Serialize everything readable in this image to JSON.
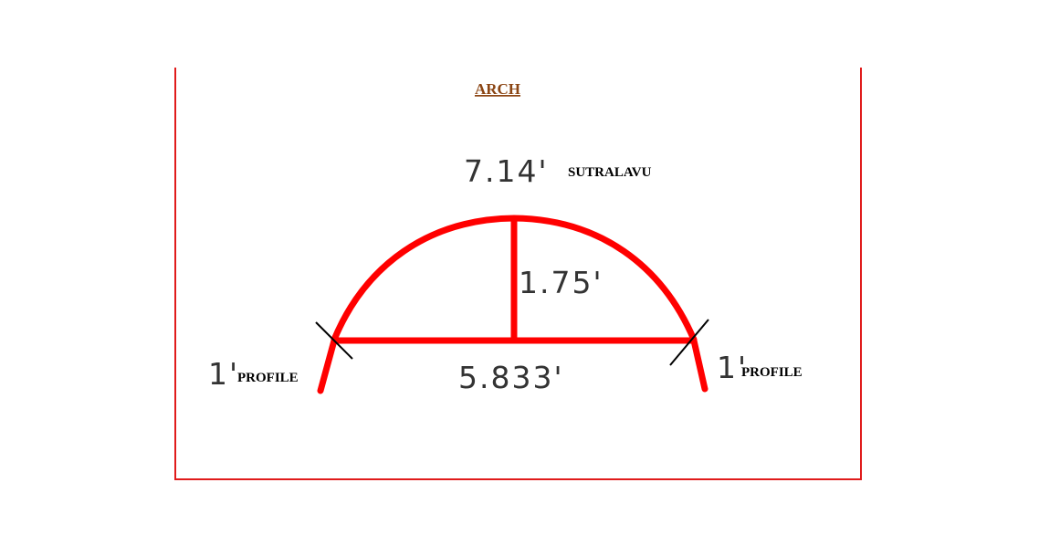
{
  "title": "ARCH",
  "arch_length": {
    "value": "7.14'",
    "label": "SUTRALAVU"
  },
  "rise": "1.75'",
  "span": "5.833'",
  "left_profile": {
    "value": "1'",
    "label": "PROFILE"
  },
  "right_profile": {
    "value": "1'",
    "label": "PROFILE"
  },
  "colors": {
    "arch": "#ff0000",
    "frame": "#e01b1b",
    "title": "#8b4513",
    "text": "#333333",
    "marks": "#000000"
  }
}
